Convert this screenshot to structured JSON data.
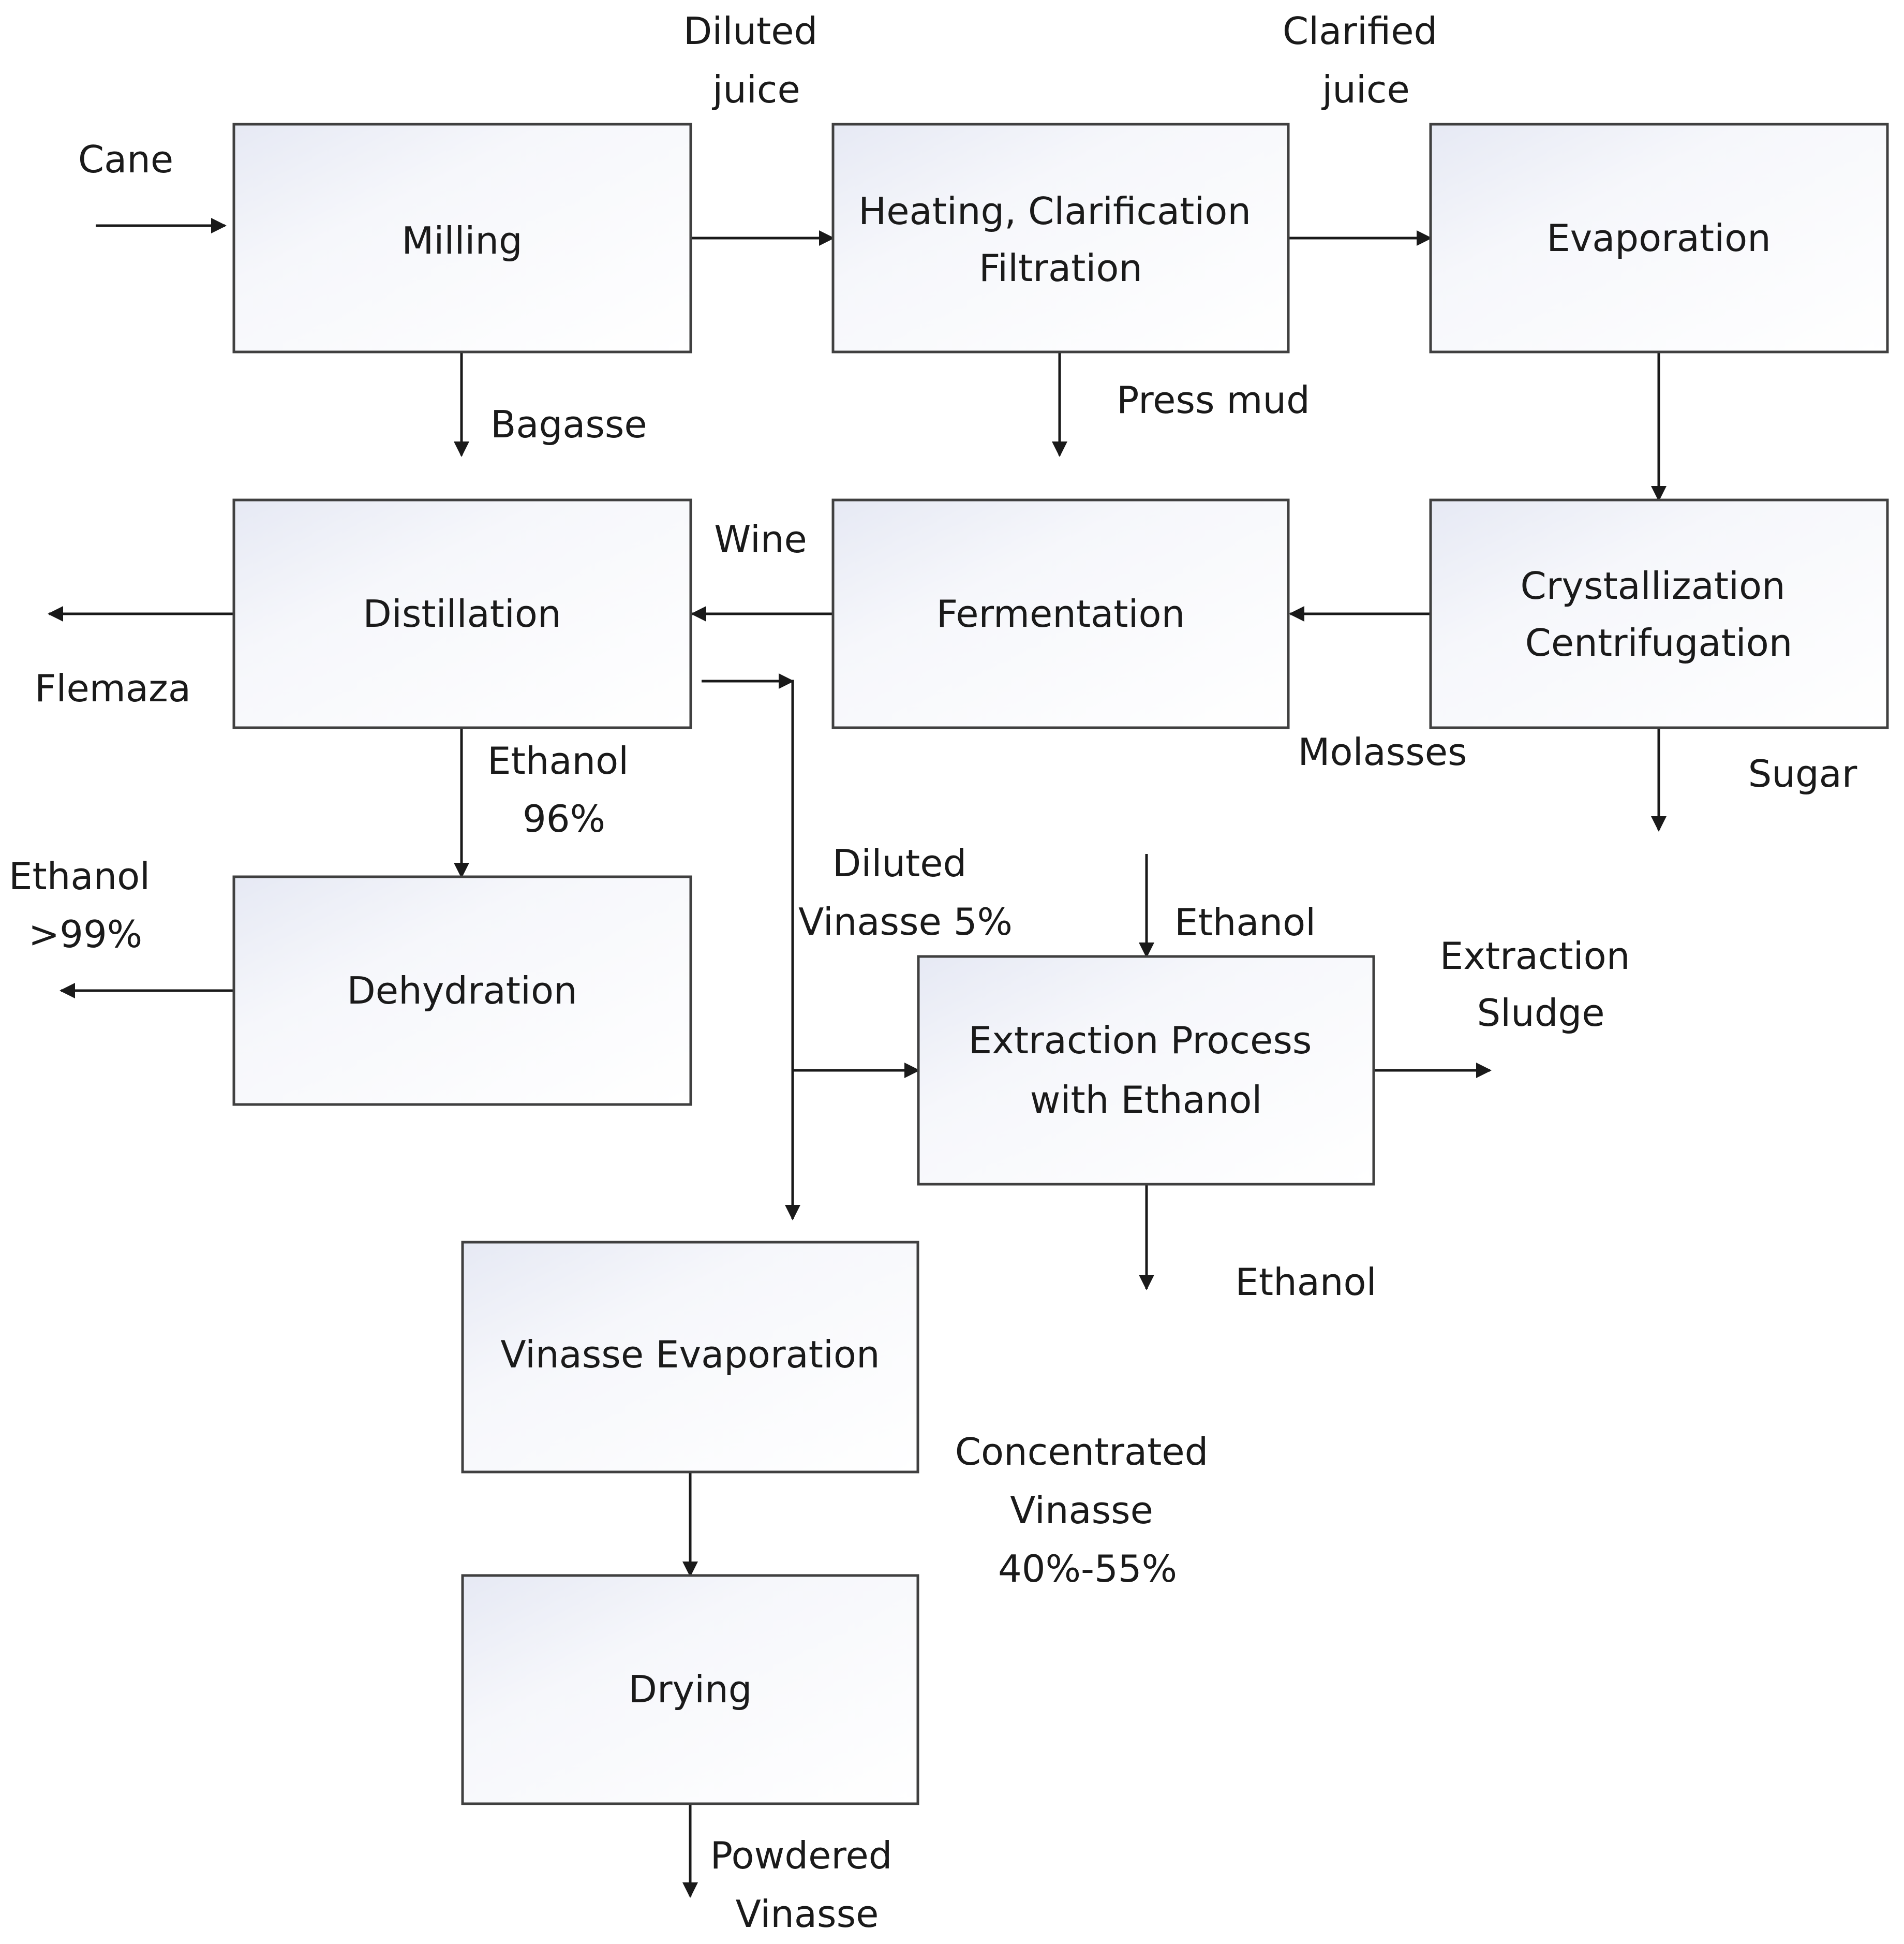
{
  "boxes": {
    "milling": [
      "Milling"
    ],
    "heating": [
      "Heating, Clarification",
      "Filtration"
    ],
    "evaporation": [
      "Evaporation"
    ],
    "distillation": [
      "Distillation"
    ],
    "fermentation": [
      "Fermentation"
    ],
    "crystallization": [
      "Crystallization",
      "Centrifugation"
    ],
    "dehydration": [
      "Dehydration"
    ],
    "extraction": [
      "Extraction Process",
      "with Ethanol"
    ],
    "vinasse_evaporation": [
      "Vinasse Evaporation"
    ],
    "drying": [
      "Drying"
    ]
  },
  "labels": {
    "cane": [
      "Cane"
    ],
    "diluted_juice": [
      "Diluted",
      "juice"
    ],
    "clarified_juice": [
      "Clarified",
      "juice"
    ],
    "bagasse": [
      "Bagasse"
    ],
    "press_mud": [
      "Press mud"
    ],
    "wine": [
      "Wine"
    ],
    "flemaza": [
      "Flemaza"
    ],
    "molasses": [
      "Molasses"
    ],
    "sugar": [
      "Sugar"
    ],
    "ethanol_96": [
      "Ethanol",
      "96%"
    ],
    "ethanol_99": [
      "Ethanol",
      ">99%"
    ],
    "diluted_vinasse": [
      "Diluted",
      "Vinasse 5%"
    ],
    "ethanol_in": [
      "Ethanol"
    ],
    "extraction_sludge": [
      "Extraction",
      "Sludge"
    ],
    "ethanol_out": [
      "Ethanol"
    ],
    "concentrated_vinasse": [
      "Concentrated",
      "Vinasse",
      "40%-55%"
    ],
    "powdered_vinasse": [
      "Powdered",
      "Vinasse"
    ]
  }
}
